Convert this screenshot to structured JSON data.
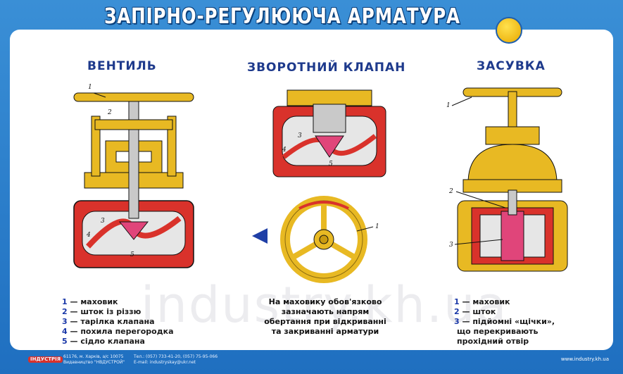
{
  "title": "ЗАПІРНО-РЕГУЛЮЮЧА АРМАТУРА",
  "sections": {
    "ventyl": {
      "heading": "ВЕНТИЛЬ",
      "legend": [
        {
          "num": "1",
          "text": " — маховик"
        },
        {
          "num": "2",
          "text": " — шток із різзю"
        },
        {
          "num": "3",
          "text": " — тарілка клапана"
        },
        {
          "num": "4",
          "text": " — похила перегородка"
        },
        {
          "num": "5",
          "text": " — сідло клапана"
        }
      ]
    },
    "klapan": {
      "heading": "ЗВОРОТНИЙ КЛАПАН",
      "note": "На маховику обов'язково зазначають напрям обертання при відкриванні та закриванні арматури"
    },
    "zasuvka": {
      "heading": "ЗАСУВКА",
      "legend": [
        {
          "num": "1",
          "text": " — маховик"
        },
        {
          "num": "2",
          "text": " — шток"
        },
        {
          "num": "3",
          "text": " — підйомні «щічки»,"
        }
      ],
      "legend_cont": [
        "що перекривають",
        "прохідний отвір"
      ]
    }
  },
  "labels": [
    "1",
    "2",
    "3",
    "4",
    "5"
  ],
  "footer": {
    "brand": "ІНДУСТРІЯ",
    "address": "61176, м. Харків, а/с 10075",
    "publisher": "Видавництво \"НВДУСТРОЙ\"",
    "phone": "Тел.: (057) 733-41-20, (057) 75-95-066",
    "email": "E-mail: industryskay@ukr.net",
    "url": "www.industry.kh.ua"
  },
  "watermark": "industry.kh.ua",
  "colors": {
    "frame": "#2f80d0",
    "heading": "#1e3a8c",
    "metal": "#e8b923",
    "body": "#d9322b",
    "number": "#1a38a8"
  }
}
